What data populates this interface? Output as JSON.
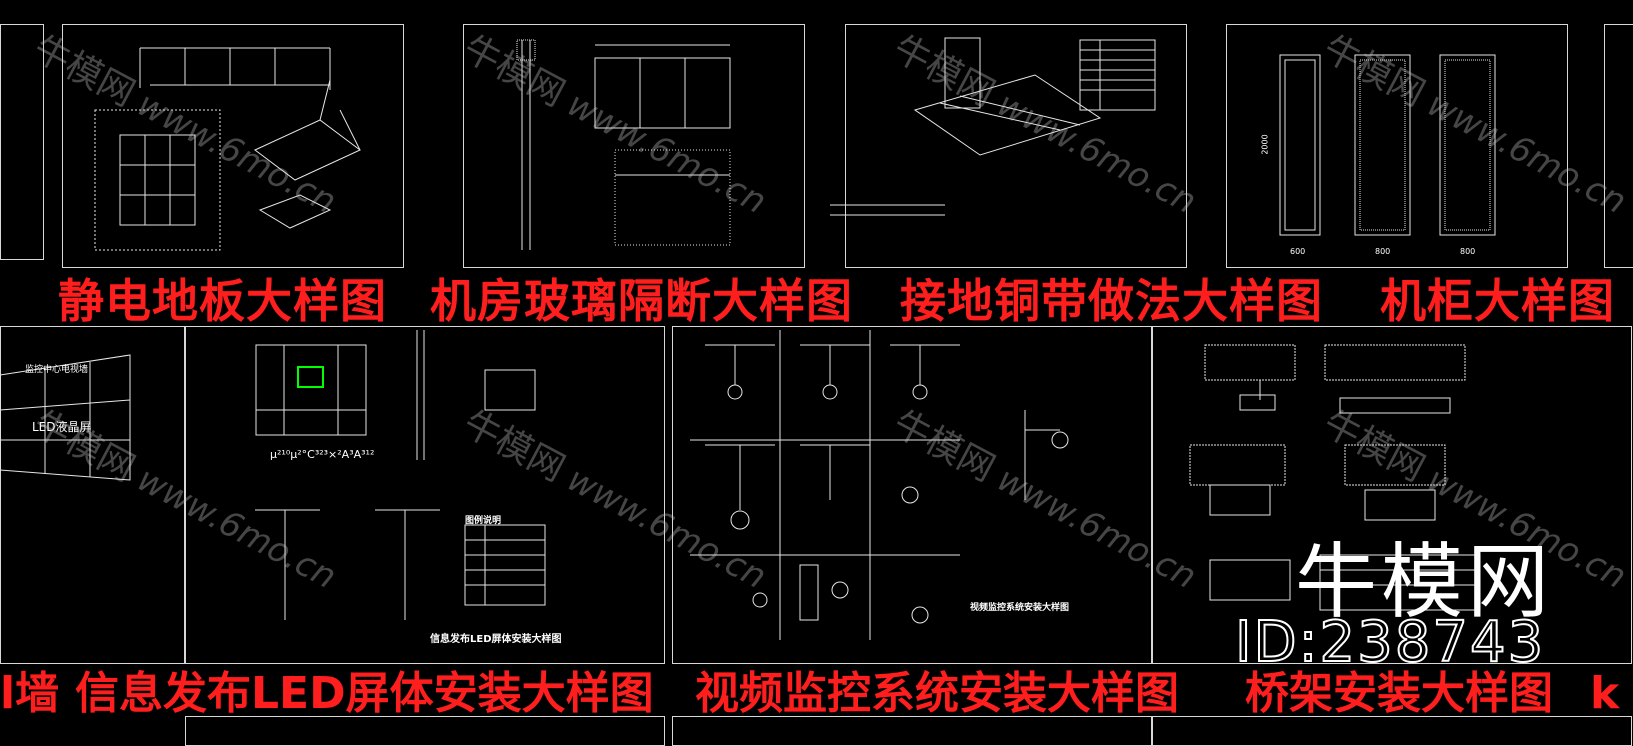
{
  "captions_row1": [
    "静电地板大样图",
    "机房玻璃隔断大样图",
    "接地铜带做法大样图",
    "机柜大样图"
  ],
  "captions_row2": [
    "l墙",
    "信息发布LED屏体安装大样图",
    "视频监控系统安装大样图",
    "桥架安装大样图",
    "k"
  ],
  "labels": {
    "led_screen": "LED液晶屏",
    "monitor_wall": "监控中心电视墙",
    "led_sheet_title": "信息发布LED屏体安装大样图",
    "video_sheet_title": "视频监控系统安装大样图",
    "legend_title": "图例说明",
    "dim_2000": "2000",
    "dim_600": "600",
    "dim_800": "800",
    "formula": "μ²¹⁰μ²°C³²³×²A³A³¹²"
  },
  "watermark": {
    "cn": "牛模网",
    "url": "www.6mo.cn"
  },
  "logo": {
    "name": "牛模网",
    "id": "ID:238743"
  }
}
